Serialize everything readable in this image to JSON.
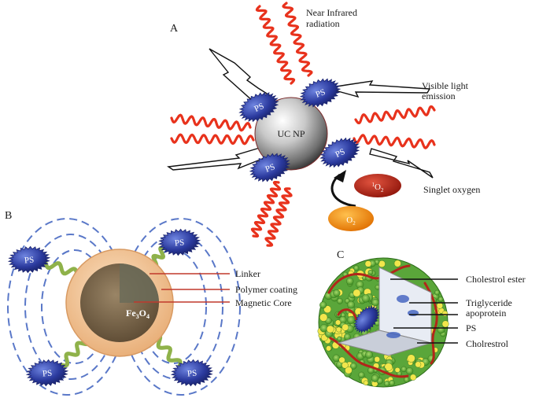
{
  "panel_a": {
    "letter": "A",
    "nir_label_line1": "Near Infrared",
    "nir_label_line2": "radiation",
    "visible_label_line1": "Visible light",
    "visible_label_line2": "emission",
    "core_label": "UC NP",
    "ps_label": "PS",
    "singlet_label": "Singlet oxygen",
    "singlet_molecule_sup": "1",
    "singlet_molecule_base": "O",
    "singlet_molecule_sub": "2",
    "oxygen_molecule_base": "O",
    "oxygen_molecule_sub": "2"
  },
  "panel_b": {
    "letter": "B",
    "ps_label": "PS",
    "core_formula_base": "Fe",
    "core_formula_sub1": "3",
    "core_formula_mid": "O",
    "core_formula_sub2": "4",
    "callouts": [
      "Linker",
      "Polymer coating",
      "Magnetic Core"
    ]
  },
  "panel_c": {
    "letter": "C",
    "callouts": [
      "Cholestrol ester",
      "Triglyceride",
      "apoprotein",
      "PS",
      "Cholrestrol"
    ]
  },
  "colors": {
    "wave": "#e8321c",
    "ps_blob": "#2b3a9e",
    "ps_text": "#ffffff",
    "singlet_o2": "#b01e12",
    "ground_o2": "#f08a00",
    "field_lines": "#5a78c8",
    "callout_line": "#c0392b",
    "linker": "#8fb24a",
    "lipid_green": "#7cc443",
    "lipid_yellow": "#f2e64c"
  }
}
